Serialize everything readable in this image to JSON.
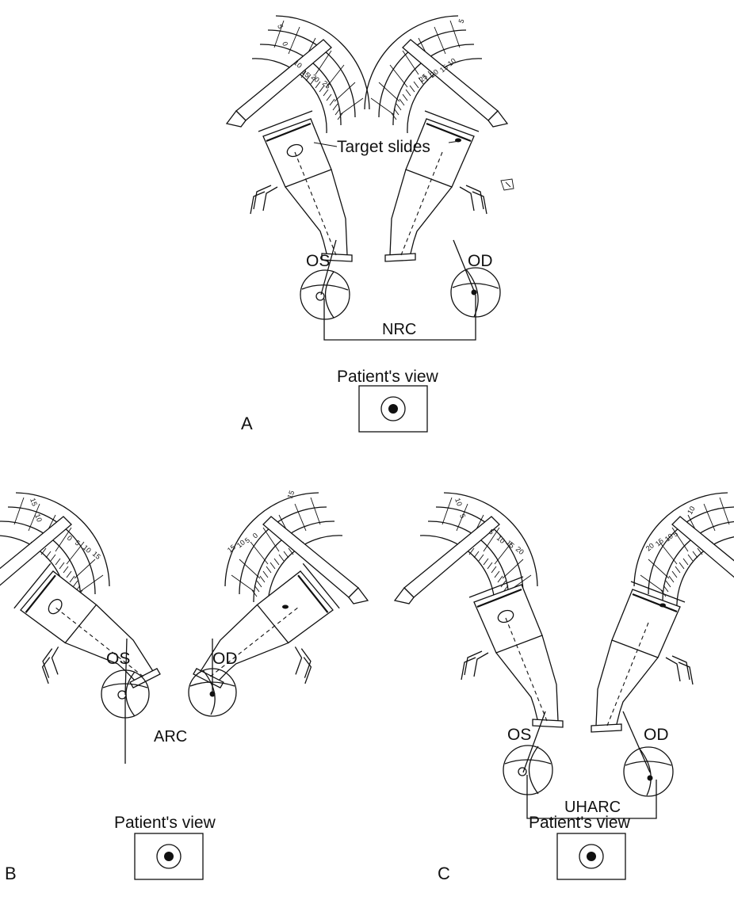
{
  "panels": [
    {
      "id": "A",
      "letter": "A",
      "left_eye_label": "OS",
      "right_eye_label": "OD",
      "correspondence_label": "NRC",
      "target_label": "Target slides",
      "patient_view_label": "Patient's view",
      "scale_left_ticks": [
        "5",
        "0",
        "10",
        "15",
        "20",
        "25"
      ],
      "scale_right_ticks": [
        "25",
        "20",
        "15",
        "10",
        "5"
      ]
    },
    {
      "id": "B",
      "letter": "B",
      "left_eye_label": "OS",
      "right_eye_label": "OD",
      "correspondence_label": "ARC",
      "patient_view_label": "Patient's view",
      "scale_left_ticks": [
        "15",
        "10",
        "0",
        "5",
        "10",
        "15"
      ],
      "scale_right_ticks": [
        "15",
        "10",
        "5",
        "0",
        "15"
      ]
    },
    {
      "id": "C",
      "letter": "C",
      "left_eye_label": "OS",
      "right_eye_label": "OD",
      "correspondence_label": "UHARC",
      "patient_view_label": "Patient's view",
      "scale_left_ticks": [
        "10",
        "5",
        "5",
        "10",
        "15",
        "20"
      ],
      "scale_right_ticks": [
        "20",
        "15",
        "10",
        "5",
        "10"
      ]
    }
  ]
}
